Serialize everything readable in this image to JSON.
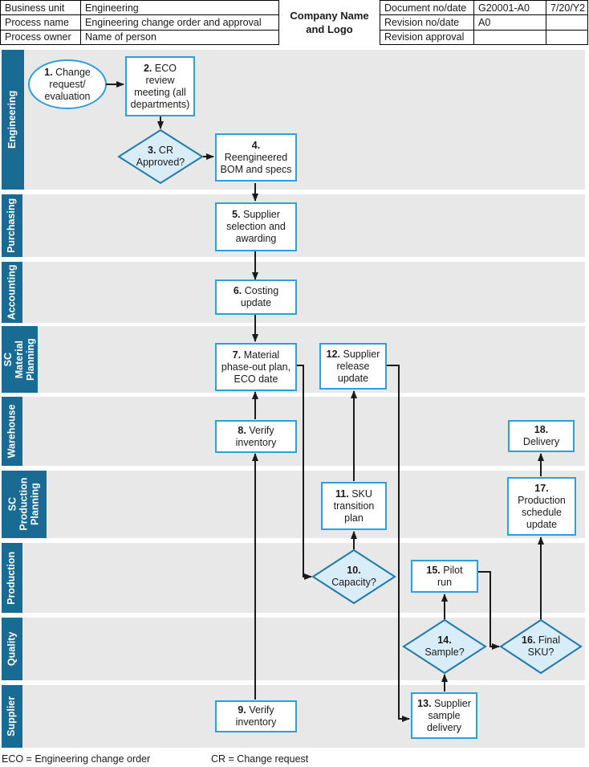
{
  "header": {
    "info_table": {
      "rows": [
        {
          "label": "Business unit",
          "value": "Engineering"
        },
        {
          "label": "Process name",
          "value": "Engineering change order and approval"
        },
        {
          "label": "Process owner",
          "value": "Name of person"
        }
      ]
    },
    "company": "Company Name\nand Logo",
    "doc_table": {
      "rows": [
        {
          "label": "Document no/date",
          "value1": "G20001-A0",
          "value2": "7/20/Y2"
        },
        {
          "label": "Revision no/date",
          "value1": "A0",
          "value2": ""
        },
        {
          "label": "Revision approval",
          "value1": "",
          "value2": ""
        }
      ]
    }
  },
  "lanes": [
    {
      "label": "Engineering"
    },
    {
      "label": "Purchasing"
    },
    {
      "label": "Accounting"
    },
    {
      "label": "SC Material\nPlanning"
    },
    {
      "label": "Warehouse"
    },
    {
      "label": "SC\nProduction\nPlanning"
    },
    {
      "label": "Production"
    },
    {
      "label": "Quality"
    },
    {
      "label": "Supplier"
    }
  ],
  "nodes": [
    {
      "num": "1.",
      "text": "Change\nrequest/\nevaluation",
      "shape": "ellipse",
      "lane": "Engineering"
    },
    {
      "num": "2.",
      "text": "ECO\nreview\nmeeting (all\ndepartments)",
      "shape": "rect",
      "lane": "Engineering"
    },
    {
      "num": "3.",
      "text": "CR\nApproved?",
      "shape": "decision",
      "lane": "Engineering"
    },
    {
      "num": "4.",
      "text": "\nReengineered\nBOM and specs",
      "shape": "rect",
      "lane": "Engineering"
    },
    {
      "num": "5.",
      "text": "Supplier\nselection and\nawarding",
      "shape": "rect",
      "lane": "Purchasing"
    },
    {
      "num": "6.",
      "text": "Costing\nupdate",
      "shape": "rect",
      "lane": "Accounting"
    },
    {
      "num": "7.",
      "text": "Material\nphase-out plan,\nECO date",
      "shape": "rect",
      "lane": "SC Material Planning"
    },
    {
      "num": "8.",
      "text": "Verify\ninventory",
      "shape": "rect",
      "lane": "Warehouse"
    },
    {
      "num": "9.",
      "text": "Verify\ninventory",
      "shape": "rect",
      "lane": "Supplier"
    },
    {
      "num": "10.",
      "text": "\nCapacity?",
      "shape": "decision",
      "lane": "Production"
    },
    {
      "num": "11.",
      "text": "SKU\ntransition\nplan",
      "shape": "rect",
      "lane": "SC Production Planning"
    },
    {
      "num": "12.",
      "text": "Supplier\nrelease\nupdate",
      "shape": "rect",
      "lane": "SC Material Planning"
    },
    {
      "num": "13.",
      "text": "Supplier\nsample\ndelivery",
      "shape": "rect",
      "lane": "Supplier"
    },
    {
      "num": "14.",
      "text": "\nSample?",
      "shape": "decision",
      "lane": "Quality"
    },
    {
      "num": "15.",
      "text": "Pilot\nrun",
      "shape": "rect",
      "lane": "Production"
    },
    {
      "num": "16.",
      "text": "Final\nSKU?",
      "shape": "decision",
      "lane": "Quality"
    },
    {
      "num": "17.",
      "text": "\nProduction\nschedule\nupdate",
      "shape": "rect",
      "lane": "SC Production Planning"
    },
    {
      "num": "18.",
      "text": "\nDelivery",
      "shape": "rect",
      "lane": "Warehouse"
    }
  ],
  "footer": {
    "eco_legend": "ECO = Engineering change order",
    "cr_legend": "CR = Change request"
  },
  "colors": {
    "lane_bar": "#196b94",
    "lane_bg": "#e8e8e9",
    "shape_border": "#2da0dc",
    "decision_fill": "#d9edf8",
    "decision_border": "#2079a9",
    "connector": "#1a1a1a"
  }
}
